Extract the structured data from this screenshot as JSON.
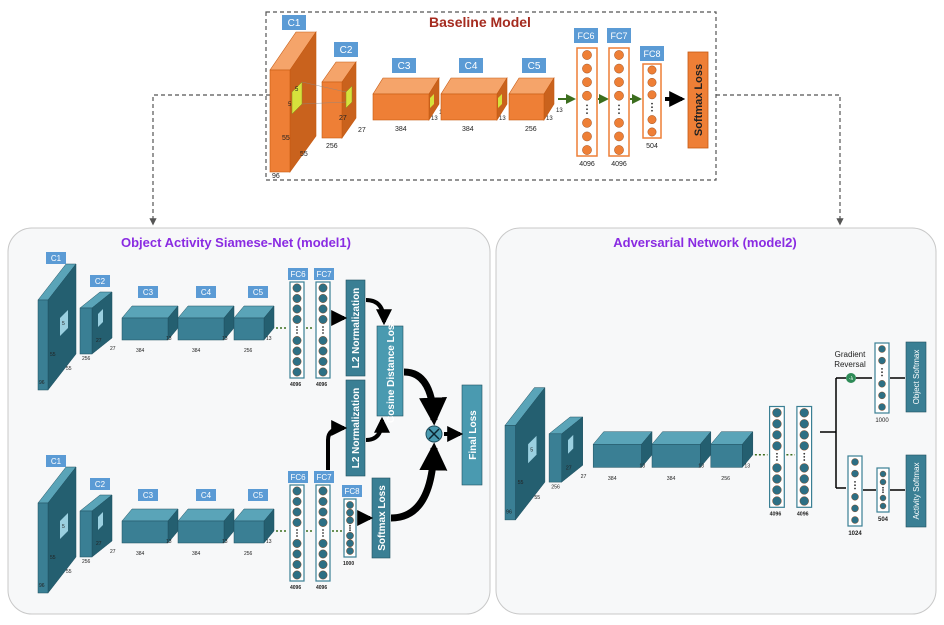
{
  "baseline": {
    "title": "Baseline Model",
    "layers": {
      "c1": "C1",
      "c2": "C2",
      "c3": "C3",
      "c4": "C4",
      "c5": "C5",
      "fc6": "FC6",
      "fc7": "FC7",
      "fc8": "FC8"
    },
    "kernel": "5",
    "c1_dims": {
      "h": "55",
      "w": "55",
      "d": "96"
    },
    "c2_dims": {
      "h": "27",
      "w": "27",
      "d": "256"
    },
    "depth_384a": "384",
    "depth_384b": "384",
    "depth_256": "256",
    "thirteen": "13",
    "fc6_size": "4096",
    "fc7_size": "4096",
    "fc8_size": "504",
    "loss": "Softmax Loss"
  },
  "model1": {
    "title": "Object Activity Siamese-Net (model1)",
    "layers": {
      "c1": "C1",
      "c2": "C2",
      "c3": "C3",
      "c4": "C4",
      "c5": "C5",
      "fc6": "FC6",
      "fc7": "FC7",
      "fc8": "FC8"
    },
    "kernel": "5",
    "c1_dims": {
      "h": "55",
      "w": "55",
      "d": "96"
    },
    "c2_dims": {
      "h": "27",
      "w": "27",
      "d": "256"
    },
    "depth_384a": "384",
    "depth_384b": "384",
    "depth_256": "256",
    "thirteen": "13",
    "fc6_size": "4096",
    "fc7_size": "4096",
    "fc8_size": "1000",
    "l2_norm": "L2 Normalization",
    "cosine": "Cosine Distance Loss",
    "softmax": "Softmax Loss",
    "final": "Final Loss"
  },
  "model2": {
    "title": "Adversarial Network (model2)",
    "kernel": "5",
    "c1_dims": {
      "h": "55",
      "w": "55",
      "d": "96"
    },
    "c2_dims": {
      "h": "27",
      "w": "27",
      "d": "256"
    },
    "depth_384a": "384",
    "depth_384b": "384",
    "depth_256": "256",
    "thirteen": "13",
    "fc6_size": "4096",
    "fc7_size": "4096",
    "gradient_reversal": [
      "Gradient",
      "Reversal"
    ],
    "gr_symbol": "-λ",
    "obj_fc_size": "1000",
    "act_fc1_size": "1024",
    "act_fc2_size": "504",
    "object_softmax": "Object Softmax",
    "activity_softmax": "Activity Softmax"
  },
  "colors": {
    "baseline_fill": "#ee7f36",
    "baseline_stroke": "#c65a12",
    "teal_fill": "#3a7f94",
    "teal_light": "#4a9ab0",
    "label_blue": "#5b9bd5",
    "title_red": "#a52b1f",
    "title_purple": "#8a2be2"
  }
}
